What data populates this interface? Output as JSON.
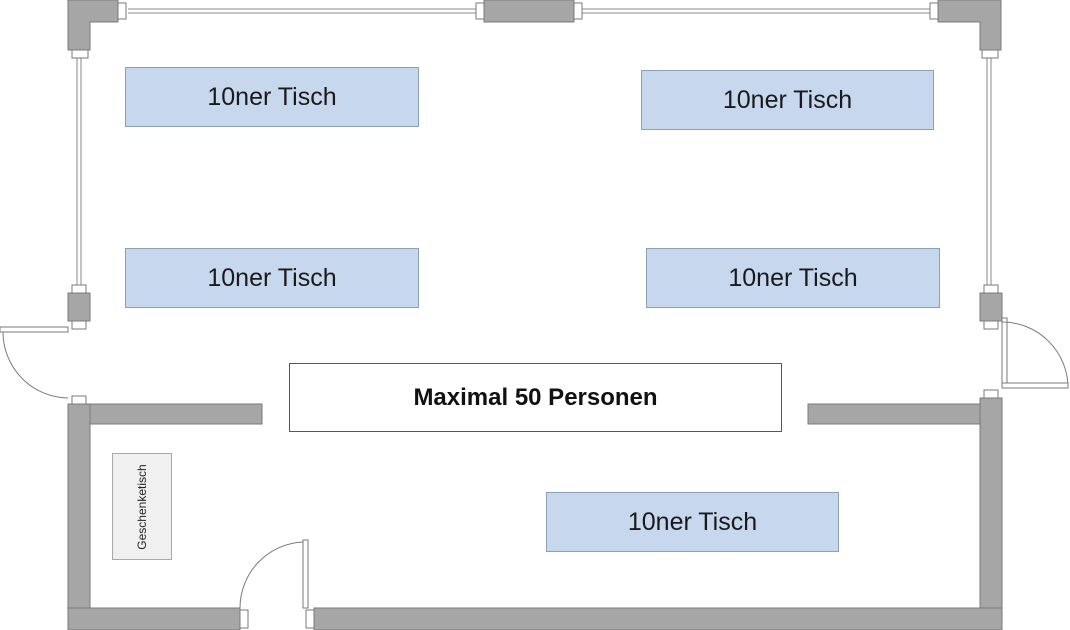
{
  "tables": [
    {
      "id": "table-1",
      "label": "10ner Tisch"
    },
    {
      "id": "table-2",
      "label": "10ner Tisch"
    },
    {
      "id": "table-3",
      "label": "10ner Tisch"
    },
    {
      "id": "table-4",
      "label": "10ner Tisch"
    },
    {
      "id": "table-5",
      "label": "10ner Tisch"
    }
  ],
  "capacity_banner": "Maximal 50 Personen",
  "gift_table": "Geschenketisch",
  "colors": {
    "table_fill": "#c6d7ee",
    "wall": "#a6a6a6",
    "banner_border": "#c62828"
  }
}
